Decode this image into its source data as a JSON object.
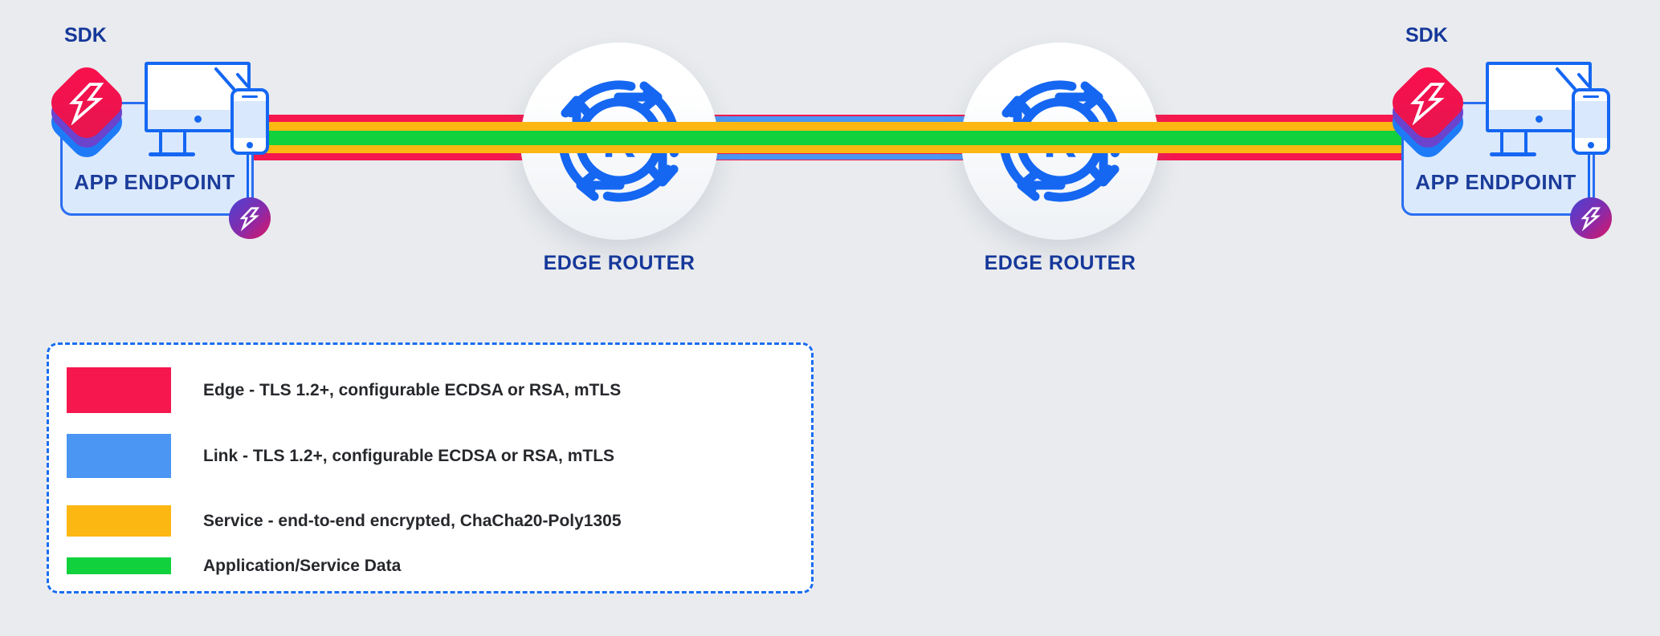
{
  "colors": {
    "background": "#e9ebee",
    "edge_red": "#f5174e",
    "link_blue": "#4a96f2",
    "service_yellow": "#fdb713",
    "data_green": "#11d13c",
    "brand_blue": "#1567f2",
    "navy_text": "#16389a",
    "endpoint_fill": "#dbe9fc"
  },
  "endpoints": {
    "left": {
      "sdk_label": "SDK",
      "label": "APP ENDPOINT"
    },
    "right": {
      "sdk_label": "SDK",
      "label": "APP ENDPOINT"
    }
  },
  "routers": {
    "left": {
      "label": "EDGE ROUTER"
    },
    "right": {
      "label": "EDGE ROUTER"
    }
  },
  "legend": {
    "items": [
      {
        "name": "edge",
        "color": "#f5174e",
        "label": "Edge - TLS 1.2+, configurable ECDSA or RSA, mTLS"
      },
      {
        "name": "link",
        "color": "#4a96f2",
        "label": "Link - TLS 1.2+, configurable ECDSA or RSA, mTLS"
      },
      {
        "name": "service",
        "color": "#fdb713",
        "label": "Service - end-to-end encrypted, ChaCha20-Poly1305"
      },
      {
        "name": "application",
        "color": "#11d13c",
        "label": "Application/Service Data"
      }
    ]
  }
}
